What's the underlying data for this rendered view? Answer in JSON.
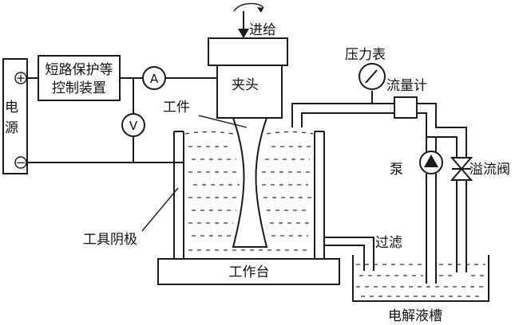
{
  "labels": {
    "feed": "进给",
    "pressure_gauge": "压力表",
    "flow_meter": "流量计",
    "short_circuit_line1": "短路保护等",
    "short_circuit_line2": "控制装置",
    "ammeter": "A",
    "voltmeter": "V",
    "chuck": "夹头",
    "workpiece": "工件",
    "power_line1": "电",
    "power_line2": "源",
    "power_plus": "+",
    "power_minus": "−",
    "pump": "泵",
    "relief_valve": "溢流阀",
    "tool_cathode": "工具阴极",
    "filter": "过滤",
    "worktable": "工作台",
    "electrolyte_tank": "电解液槽"
  }
}
